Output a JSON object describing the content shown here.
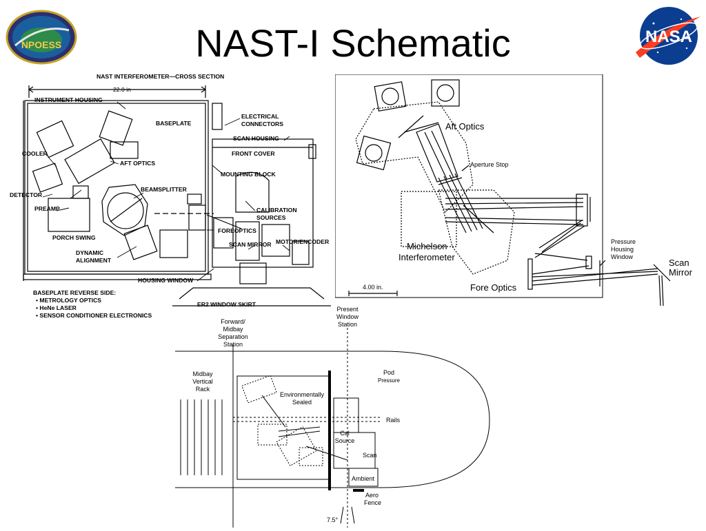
{
  "slide": {
    "title": "NAST-I Schematic"
  },
  "logos": {
    "npoess_text": "NPOESS",
    "nasa_text": "NASA"
  },
  "cross_section": {
    "title": "NAST INTERFEROMETER—CROSS SECTION",
    "width_label": "22.0 in",
    "labels": {
      "instrument_housing": "INSTRUMENT HOUSING",
      "baseplate": "BASEPLATE",
      "electrical_connectors_1": "ELECTRICAL",
      "electrical_connectors_2": "CONNECTORS",
      "scan_housing": "SCAN HOUSING",
      "front_cover": "FRONT COVER",
      "cooler": "COOLER",
      "aft_optics": "AFT OPTICS",
      "mounting_block": "MOUNTING BLOCK",
      "detector": "DETECTOR",
      "beamsplitter": "BEAMSPLITTER",
      "preamp": "PREAMP",
      "calibration_1": "CALIBRATION",
      "calibration_2": "SOURCES",
      "porch_swing": "PORCH SWING",
      "foreoptics": "FOREOPTICS",
      "scan_mirror": "SCAN MIRROR",
      "motor_encoder": "MOTOR/ENCODER",
      "dynamic_1": "DYNAMIC",
      "dynamic_2": "ALIGNMENT",
      "housing_window": "HOUSING WINDOW",
      "window_skirt": "ER2 WINDOW SKIRT"
    },
    "reverse_side_title": "BASEPLATE REVERSE SIDE:",
    "reverse_side_items": [
      "METROLOGY OPTICS",
      "HeNe LASER",
      "SENSOR CONDITIONER ELECTRONICS"
    ]
  },
  "optics_diagram": {
    "labels": {
      "aft_optics": "Aft Optics",
      "aperture_stop": "Aperture Stop",
      "michelson_1": "Michelson",
      "michelson_2": "Interferometer",
      "scale": "4.00 in.",
      "fore_optics": "Fore Optics",
      "pressure_1": "Pressure",
      "pressure_2": "Housing",
      "pressure_3": "Window",
      "scan_1": "Scan",
      "scan_2": "Mirror"
    }
  },
  "pod_diagram": {
    "labels": {
      "present_1": "Present",
      "present_2": "Window",
      "present_3": "Station",
      "forward_1": "Forward/",
      "forward_2": "Midbay",
      "forward_3": "Separation",
      "forward_4": "Station",
      "midbay_1": "Midbay",
      "midbay_2": "Vertical",
      "midbay_3": "Rack",
      "pod_1": "Pod",
      "pod_2": "Pressure",
      "env_1": "Environmentally",
      "env_2": "Sealed",
      "rails": "Rails",
      "cal_1": "Cal",
      "cal_2": "Source",
      "scan": "Scan",
      "ambient": "Ambient",
      "aero_1": "Aero",
      "aero_2": "Fence",
      "angle": "7.5°"
    }
  }
}
